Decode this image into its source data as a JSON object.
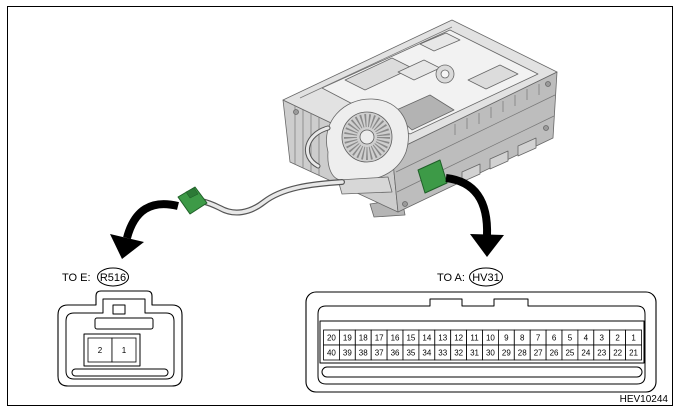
{
  "connector_e": {
    "prefix": "TO E:",
    "code": "R516",
    "pins": [
      "2",
      "1"
    ]
  },
  "connector_a": {
    "prefix": "TO A:",
    "code": "HV31",
    "pins_top": [
      "20",
      "19",
      "18",
      "17",
      "16",
      "15",
      "14",
      "13",
      "12",
      "11",
      "10",
      "9",
      "8",
      "7",
      "6",
      "5",
      "4",
      "3",
      "2",
      "1"
    ],
    "pins_bottom": [
      "40",
      "39",
      "38",
      "37",
      "36",
      "35",
      "34",
      "33",
      "32",
      "31",
      "30",
      "29",
      "28",
      "27",
      "26",
      "25",
      "24",
      "23",
      "22",
      "21"
    ]
  },
  "figure_id": "HEV10244",
  "colors": {
    "connector_highlight": "#3d9a47",
    "connector_highlight_edge": "#1f5f28"
  }
}
